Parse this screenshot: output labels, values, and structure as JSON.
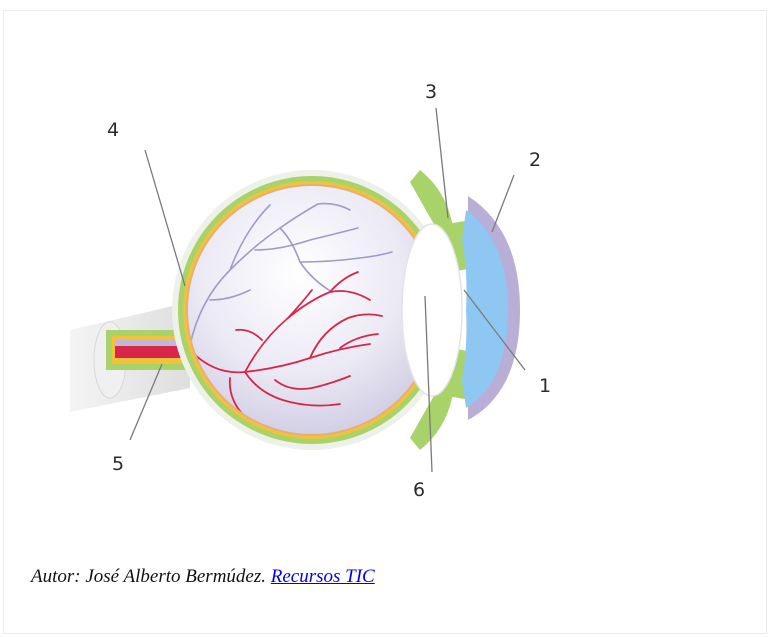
{
  "diagram": {
    "labels": [
      "1",
      "2",
      "3",
      "4",
      "5",
      "6"
    ]
  },
  "credit": {
    "text": "Autor: José Alberto Bermúdez.",
    "link_text": "Recursos TIC"
  },
  "colors": {
    "sclera": "#a8d36a",
    "choroid": "#f2c23a",
    "vitreous": "#d8d6ea",
    "cornea": "#8ec8f2",
    "vessels_artery": "#d8264a",
    "vessels_vein": "#a29ac8"
  }
}
